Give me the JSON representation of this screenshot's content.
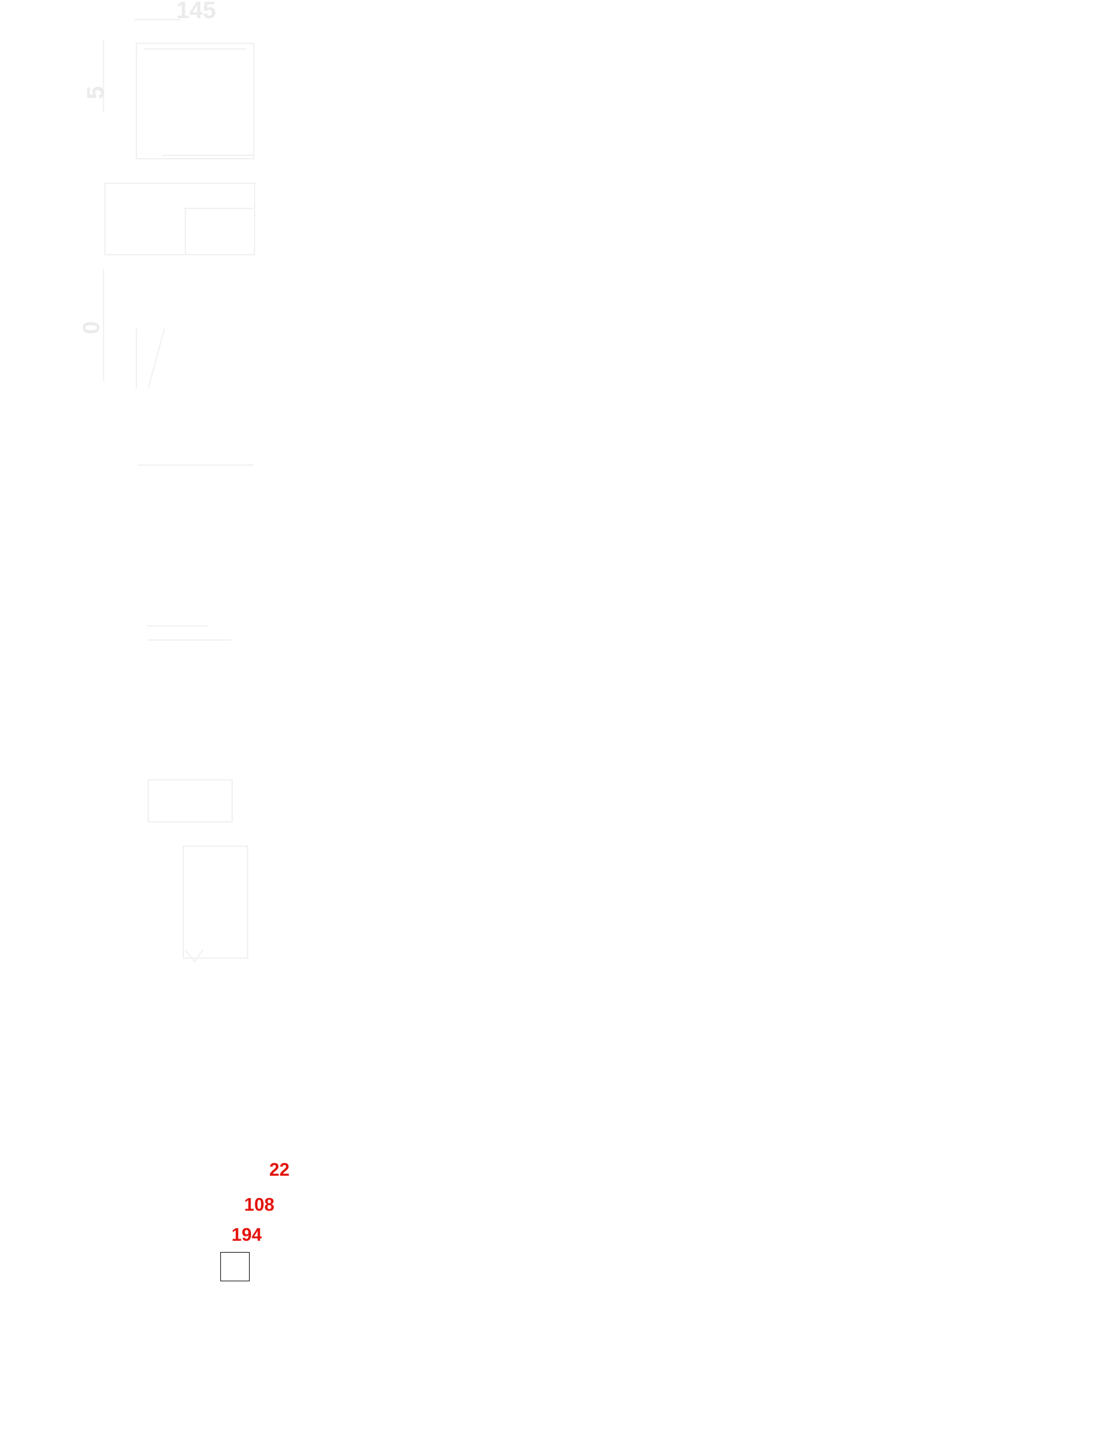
{
  "faint_labels": {
    "top": "145",
    "side_upper": "5",
    "side_lower": "0"
  },
  "callouts": {
    "label_1": "22",
    "label_2": "108",
    "label_3": "194"
  },
  "colors": {
    "callout": "#e3120b",
    "faint_lines": "#f2f2f2",
    "marker_border": "#222222"
  }
}
